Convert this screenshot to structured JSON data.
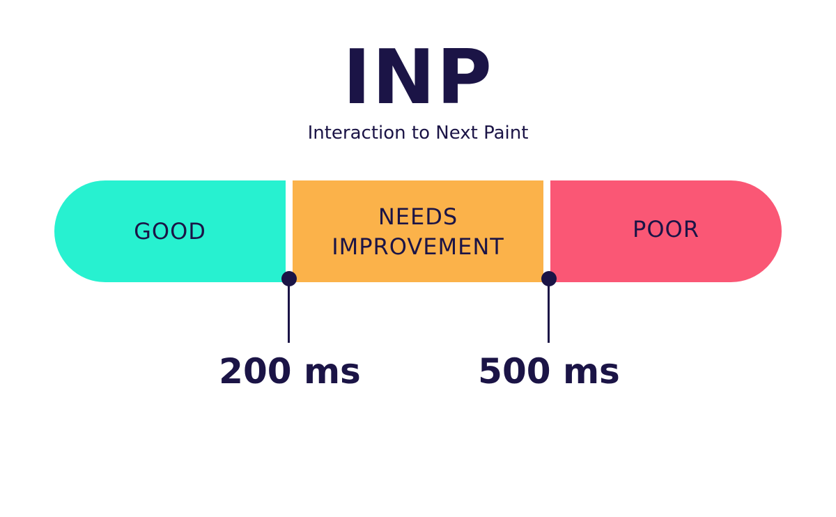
{
  "header": {
    "title": "INP",
    "subtitle": "Interaction to Next Paint"
  },
  "scale": {
    "segments": [
      {
        "label": "GOOD",
        "color": "#27f1d0"
      },
      {
        "label_line1": "NEEDS",
        "label_line2": "IMPROVEMENT",
        "color": "#fbb24a"
      },
      {
        "label": "POOR",
        "color": "#fa5775"
      }
    ],
    "thresholds": [
      {
        "label": "200 ms"
      },
      {
        "label": "500 ms"
      }
    ],
    "marker_color": "#1b1446",
    "text_color": "#1b1446"
  }
}
